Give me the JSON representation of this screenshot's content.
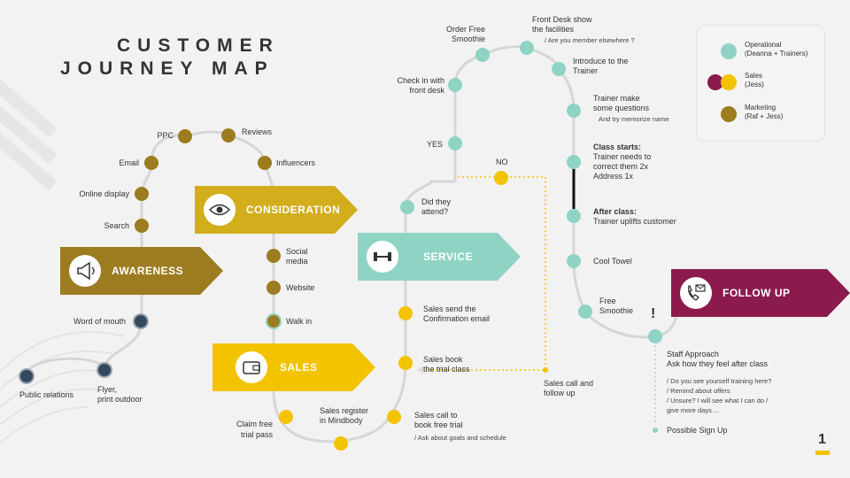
{
  "title": {
    "line1": "CUSTOMER",
    "line2": "JOURNEY MAP"
  },
  "colors": {
    "operational": "#8fd3c4",
    "sales_primary": "#8b1a4d",
    "sales_secondary": "#f3c300",
    "marketing": "#9c7c1f",
    "awareness_banner": "#9c7c1f",
    "consideration_banner": "#d2ae1d",
    "service_banner": "#8fd3c4",
    "sales_banner": "#f3c300",
    "followup_banner": "#8b1a4d",
    "dark_node": "#34495e",
    "path_line": "#d4d4d4"
  },
  "stages": {
    "awareness": {
      "label": "AWARENESS",
      "icon": "megaphone-icon"
    },
    "consideration": {
      "label": "CONSIDERATION",
      "icon": "eye-icon"
    },
    "service": {
      "label": "SERVICE",
      "icon": "dumbbell-icon"
    },
    "sales": {
      "label": "SALES",
      "icon": "wallet-icon"
    },
    "followup": {
      "label": "FOLLOW UP",
      "icon": "phone-message-icon"
    }
  },
  "awareness": {
    "public_relations": "Public relations",
    "flyer_1": "Flyer,",
    "flyer_2": "print outdoor",
    "word_of_mouth": "Word of mouth",
    "search": "Search",
    "online_display": "Online display",
    "email": "Email",
    "ppc": "PPC"
  },
  "consideration": {
    "reviews": "Reviews",
    "influencers": "Influencers",
    "social_media_1": "Social",
    "social_media_2": "media",
    "website": "Website",
    "walk_in": "Walk in"
  },
  "sales": {
    "claim_1": "Claim free",
    "claim_2": "trial pass",
    "register_1": "Sales register",
    "register_2": "in Mindbody",
    "call_book_1": "Sales call to",
    "call_book_2": "book free trial",
    "call_book_note": "/ Ask about goals and schedule",
    "book_trial_1": "Sales book",
    "book_trial_2": "the trial class",
    "confirm_1": "Sales send the",
    "confirm_2": "Confirmation email"
  },
  "service": {
    "attend_1": "Did they",
    "attend_2": "attend?",
    "yes": "YES",
    "no": "NO",
    "call_follow_1": "Sales call and",
    "call_follow_2": "follow up",
    "checkin_1": "Check in with",
    "checkin_2": "front desk",
    "smoothie_1": "Order Free",
    "smoothie_2": "Smoothie",
    "frontdesk_1": "Front Desk show",
    "frontdesk_2": "the facilities",
    "frontdesk_note": "/ Are you member elsewhere ?",
    "intro_1": "Introduce to the",
    "intro_2": "Trainer",
    "questions_1": "Trainer make",
    "questions_2": "some questions",
    "questions_note": "And try memorize name",
    "class_title": "Class starts:",
    "class_1": "Trainer needs to",
    "class_2": "correct them 2x",
    "class_3": "Address 1x",
    "after_title": "After class:",
    "after_1": "Trainer uplifts customer",
    "cool_towel": "Cool Towel",
    "free_smoothie_1": "Free",
    "free_smoothie_2": "Smoothie"
  },
  "followup": {
    "exclaim": "!",
    "approach_1": "Staff Approach",
    "approach_2": "Ask how they feel after class",
    "q1": "/ Do you see yourself training here?",
    "q2": "/ Remind about offers",
    "q3": "/ Unsure? I will see what I can do /",
    "q4": "give more days ...",
    "signup": "Possible Sign Up"
  },
  "legend": {
    "operational_1": "Operational",
    "operational_2": "(Deanna + Trainers)",
    "sales_1": "Sales",
    "sales_2": "(Jess)",
    "marketing_1": "Marketing",
    "marketing_2": "(Raf + Jess)"
  },
  "page_number": "1"
}
